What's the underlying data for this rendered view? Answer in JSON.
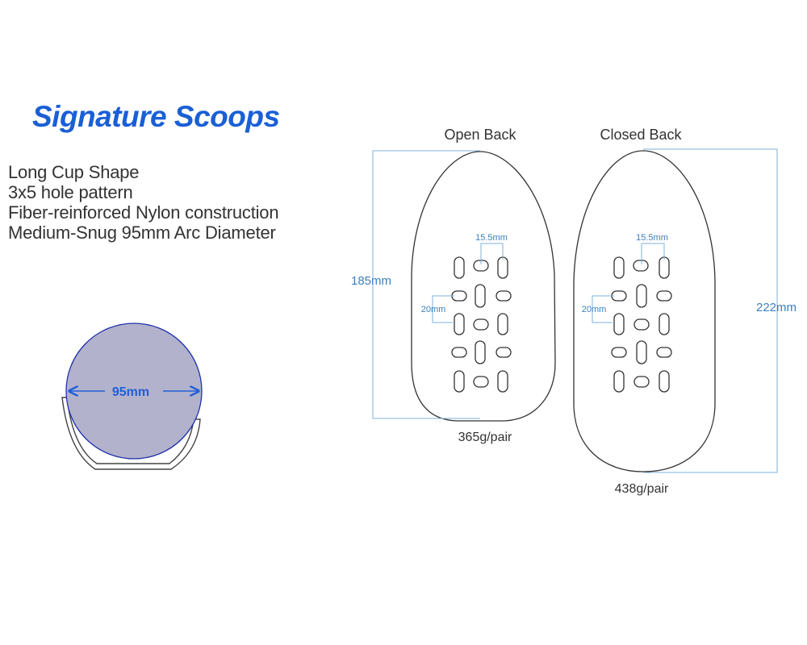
{
  "title": "Signature Scoops",
  "features": [
    "Long Cup Shape",
    "3x5 hole pattern",
    "Fiber-reinforced Nylon construction",
    "Medium-Snug 95mm Arc Diameter"
  ],
  "arc": {
    "diameter_label": "95mm"
  },
  "open_back": {
    "label": "Open Back",
    "height_label": "185mm",
    "weight_label": "365g/pair",
    "spacing_horizontal_label": "15.5mm",
    "spacing_vertical_label": "20mm"
  },
  "closed_back": {
    "label": "Closed Back",
    "height_label": "222mm",
    "weight_label": "438g/pair",
    "spacing_horizontal_label": "15.5mm",
    "spacing_vertical_label": "20mm"
  },
  "colors": {
    "title": "#1a5fd6",
    "dimension_line": "#7fb0d8",
    "dimension_text": "#3a7fc0",
    "arc_fill": "#b3b2cc",
    "arc_stroke": "#2233aa",
    "arc_arrow": "#1f5fd8",
    "outline": "#333333"
  }
}
